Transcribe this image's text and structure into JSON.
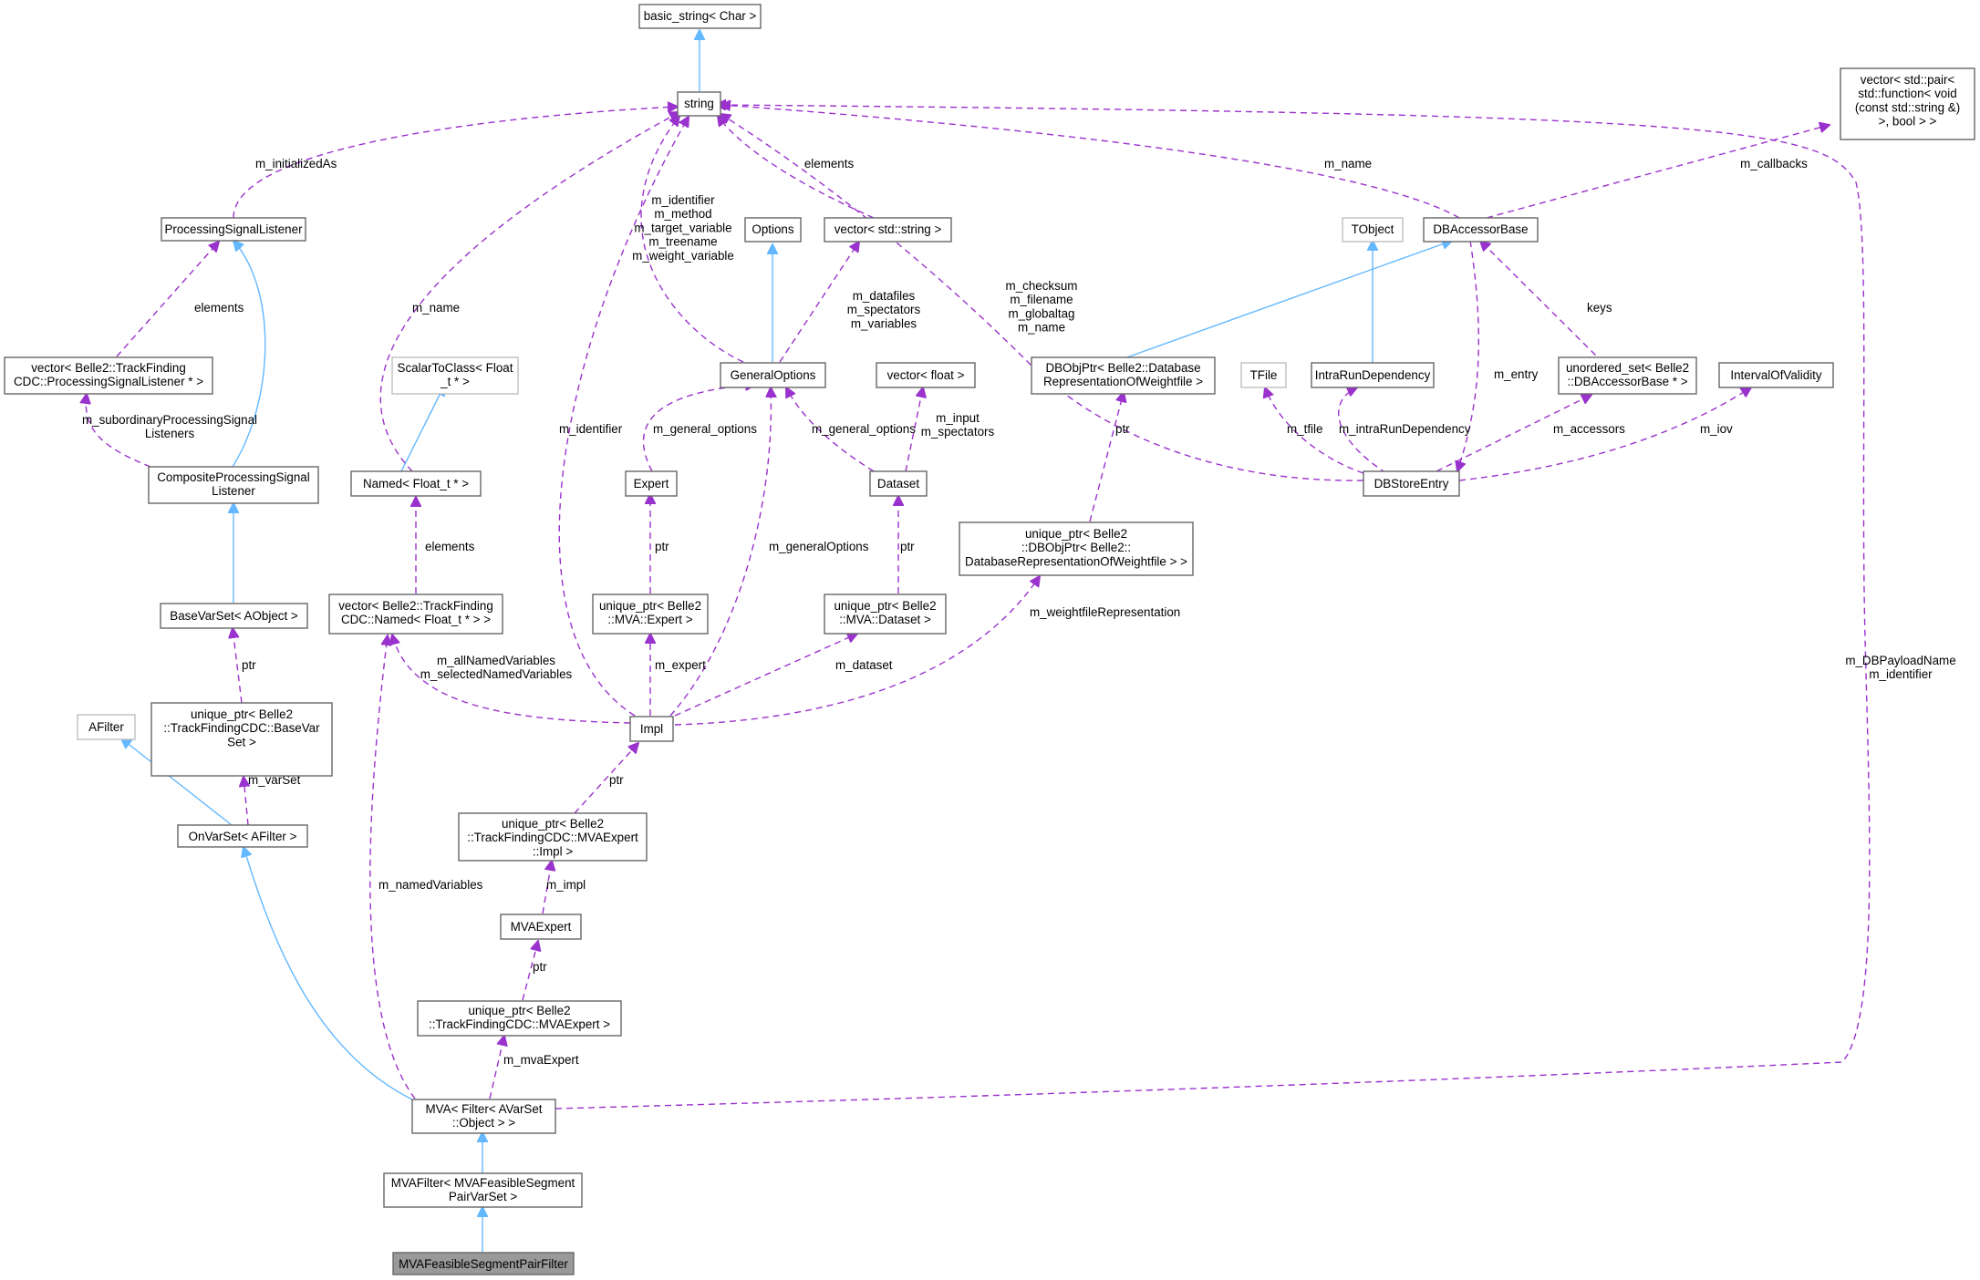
{
  "colors": {
    "inheritance_edge": "#63b8ff",
    "usage_edge": "#9a32cd",
    "node_border": "#666666",
    "external_node_border": "#bfbfbf",
    "focus_node_fill": "#999999"
  },
  "nodes": {
    "basic_string": [
      "basic_string< Char >"
    ],
    "string": [
      "string"
    ],
    "vector_pair_function": [
      "vector< std::pair<",
      "std::function< void",
      "(const std::string &)",
      ">, bool > >"
    ],
    "processing_signal_listener": [
      "ProcessingSignalListener"
    ],
    "options": [
      "Options"
    ],
    "vector_std_string": [
      "vector< std::string >"
    ],
    "tobject": [
      "TObject"
    ],
    "db_accessor_base": [
      "DBAccessorBase"
    ],
    "vector_processing_signal_listener": [
      "vector< Belle2::TrackFinding",
      "CDC::ProcessingSignalListener * >"
    ],
    "scalar_to_class": [
      "ScalarToClass< Float",
      "_t * >"
    ],
    "general_options": [
      "GeneralOptions"
    ],
    "vector_float": [
      "vector< float >"
    ],
    "db_obj_ptr": [
      "DBObjPtr< Belle2::Database",
      "RepresentationOfWeightfile >"
    ],
    "tfile": [
      "TFile"
    ],
    "intra_run_dependency": [
      "IntraRunDependency"
    ],
    "unordered_set": [
      "unordered_set< Belle2",
      "::DBAccessorBase * >"
    ],
    "interval_of_validity": [
      "IntervalOfValidity"
    ],
    "composite_processing_signal_listener": [
      "CompositeProcessingSignal",
      "Listener"
    ],
    "named_float": [
      "Named< Float_t * >"
    ],
    "expert": [
      "Expert"
    ],
    "dataset": [
      "Dataset"
    ],
    "db_store_entry": [
      "DBStoreEntry"
    ],
    "unique_ptr_db_obj_ptr": [
      "unique_ptr< Belle2",
      "::DBObjPtr< Belle2::",
      "DatabaseRepresentationOfWeightfile > >"
    ],
    "base_var_set": [
      "BaseVarSet< AObject >"
    ],
    "vector_named": [
      "vector< Belle2::TrackFinding",
      "CDC::Named< Float_t * > >"
    ],
    "unique_ptr_expert": [
      "unique_ptr< Belle2",
      "::MVA::Expert >"
    ],
    "unique_ptr_dataset": [
      "unique_ptr< Belle2",
      "::MVA::Dataset >"
    ],
    "unique_ptr_base_var_set": [
      "unique_ptr< Belle2",
      "::TrackFindingCDC::BaseVar",
      "Set >"
    ],
    "afilter": [
      "AFilter"
    ],
    "impl": [
      "Impl"
    ],
    "on_var_set": [
      "OnVarSet< AFilter >"
    ],
    "unique_ptr_impl": [
      "unique_ptr< Belle2",
      "::TrackFindingCDC::MVAExpert",
      "::Impl >"
    ],
    "mva_expert": [
      "MVAExpert"
    ],
    "unique_ptr_mva_expert": [
      "unique_ptr< Belle2",
      "::TrackFindingCDC::MVAExpert >"
    ],
    "mva_filter_avarset": [
      "MVA< Filter< AVarSet",
      "::Object > >"
    ],
    "mva_filter_pair": [
      "MVAFilter< MVAFeasibleSegment",
      "PairVarSet >"
    ],
    "mva_feasible_segment_pair_filter": [
      "MVAFeasibleSegmentPairFilter"
    ]
  },
  "edge_labels": {
    "m_initialized_as": [
      "m_initializedAs"
    ],
    "elements_listener": [
      "elements"
    ],
    "m_subordinary": [
      "m_subordinaryProcessingSignal",
      "Listeners"
    ],
    "m_name_named": [
      "m_name"
    ],
    "m_identifier_group": [
      "m_identifier",
      "m_method",
      "m_target_variable",
      "m_treename",
      "m_weight_variable"
    ],
    "elements_strings": [
      "elements"
    ],
    "m_datafiles_group": [
      "m_datafiles",
      "m_spectators",
      "m_variables"
    ],
    "m_name_accessor": [
      "m_name"
    ],
    "m_callbacks": [
      "m_callbacks"
    ],
    "m_checksum_group": [
      "m_checksum",
      "m_filename",
      "m_globaltag",
      "m_name"
    ],
    "keys": [
      "keys"
    ],
    "m_entry": [
      "m_entry"
    ],
    "m_identifier_impl": [
      "m_identifier"
    ],
    "m_general_options_expert": [
      "m_general_options"
    ],
    "m_general_options_dataset": [
      "m_general_options"
    ],
    "m_input_group": [
      "m_input",
      "m_spectators"
    ],
    "ptr_dbobj": [
      "ptr"
    ],
    "m_tfile": [
      "m_tfile"
    ],
    "m_intra_run_dependency": [
      "m_intraRunDependency"
    ],
    "m_accessors": [
      "m_accessors"
    ],
    "m_iov": [
      "m_iov"
    ],
    "elements_named": [
      "elements"
    ],
    "ptr_expert": [
      "ptr"
    ],
    "m_general_options_impl": [
      "m_generalOptions"
    ],
    "ptr_dataset": [
      "ptr"
    ],
    "m_weightfile_representation": [
      "m_weightfileRepresentation"
    ],
    "ptr_base_var_set": [
      "ptr"
    ],
    "m_named_variables_group": [
      "m_allNamedVariables",
      "m_selectedNamedVariables"
    ],
    "m_expert": [
      "m_expert"
    ],
    "m_dataset": [
      "m_dataset"
    ],
    "m_db_payload_group": [
      "m_DBPayloadName",
      "m_identifier"
    ],
    "m_var_set": [
      "m_varSet"
    ],
    "ptr_impl": [
      "ptr"
    ],
    "m_impl": [
      "m_impl"
    ],
    "m_named_variables": [
      "m_namedVariables"
    ],
    "ptr_mva_expert": [
      "ptr"
    ],
    "m_mva_expert": [
      "m_mvaExpert"
    ]
  }
}
